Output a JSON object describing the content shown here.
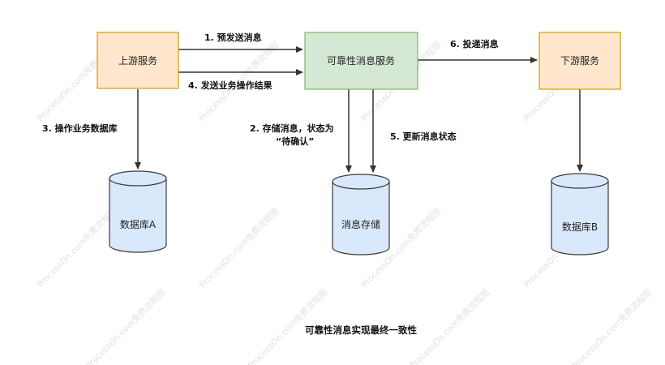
{
  "colors": {
    "peach_fill": "#ffe6cc",
    "peach_stroke": "#d79b00",
    "green_fill": "#d5e8d4",
    "green_stroke": "#82b366",
    "db_fill": "#dae8fc",
    "db_stroke": "#3a3a3a",
    "edge": "#333333"
  },
  "nodes": {
    "upstream": "上游服务",
    "reliable": "可靠性消息服务",
    "downstream": "下游服务",
    "db_a": "数据库A",
    "msg_store": "消息存储",
    "db_b": "数据库B"
  },
  "edges": {
    "e1": "1. 预发送消息",
    "e2_line1": "2. 存储消息，状态为",
    "e2_line2": "“待确认”",
    "e3": "3. 操作业务数据库",
    "e4": "4. 发送业务操作结果",
    "e5": "5. 更新消息状态",
    "e6": "6. 投递消息"
  },
  "caption": "可靠性消息实现最终一致性",
  "watermark": "ProcessOn.com免费流程图"
}
